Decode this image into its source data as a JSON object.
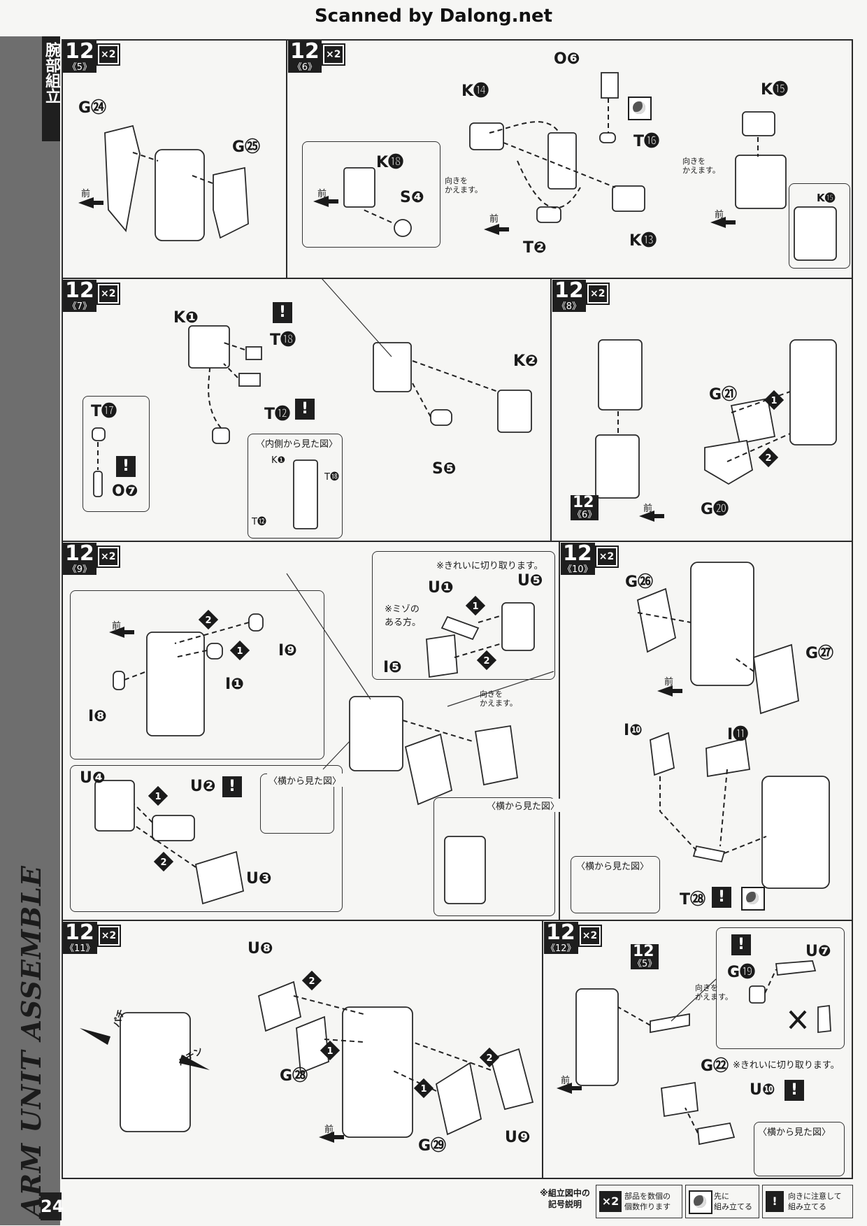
{
  "header": {
    "scan_credit": "Scanned by Dalong.net"
  },
  "sidebar": {
    "section_jp": "腕部組立",
    "title_en": "ARM UNIT ASSEMBLE",
    "page_number": "24"
  },
  "common": {
    "x2": "×2",
    "front": "前",
    "turn": "向きを\nかえます。",
    "warn": "!"
  },
  "steps": {
    "s5": {
      "num": "12",
      "sub": "《5》",
      "parts": [
        "G㉔",
        "G㉕"
      ]
    },
    "s6": {
      "num": "12",
      "sub": "《6》",
      "parts": [
        "O❻",
        "K⓮",
        "T⓰",
        "K⓲",
        "S❹",
        "T❷",
        "K⓭",
        "K⓯",
        "K⓯"
      ]
    },
    "s7": {
      "num": "12",
      "sub": "《7》",
      "parts": [
        "K❶",
        "T⓲",
        "T⓬",
        "T⓱",
        "O❼",
        "K❷",
        "S❺"
      ],
      "inset_title": "〈内側から見た図〉",
      "inset_parts": [
        "K❶",
        "T⓲",
        "T⓬"
      ]
    },
    "s8": {
      "num": "12",
      "sub": "《8》",
      "parts": [
        "G㉑",
        "G⓴"
      ],
      "ref": "12",
      "ref_sub": "《6》"
    },
    "s9": {
      "num": "12",
      "sub": "《9》",
      "parts": [
        "I❾",
        "I❶",
        "I❽",
        "U❶",
        "U❺",
        "I❺",
        "U❹",
        "U❷",
        "U❸"
      ],
      "note_cut": "※きれいに切り取ります。",
      "note_groove": "※ミゾの\nある方。",
      "side_view": "〈横から見た図〉"
    },
    "s10": {
      "num": "12",
      "sub": "《10》",
      "parts": [
        "G㉖",
        "G㉗",
        "I❿",
        "I⓫",
        "T㉘"
      ],
      "side_view": "〈横から見た図〉"
    },
    "s11": {
      "num": "12",
      "sub": "《11》",
      "parts": [
        "U❽",
        "G㉘",
        "G㉙",
        "U❾"
      ],
      "snap1": "パチ",
      "snap2": "パチン"
    },
    "s12": {
      "num": "12",
      "sub": "《12》",
      "parts": [
        "U❼",
        "G⓳",
        "G㉒",
        "U❿"
      ],
      "ref": "12",
      "ref_sub": "《5》",
      "note_cut": "※きれいに切り取ります。",
      "side_view": "〈横から見た図〉"
    }
  },
  "legend": {
    "title": "※組立図中の\n記号説明",
    "items": [
      {
        "icon": "×2",
        "text": "部品を数個の\n個数作ります"
      },
      {
        "icon": "glue-icon",
        "text": "先に\n組み立てる"
      },
      {
        "icon": "!",
        "text": "向きに注意して\n組み立てる"
      }
    ]
  }
}
